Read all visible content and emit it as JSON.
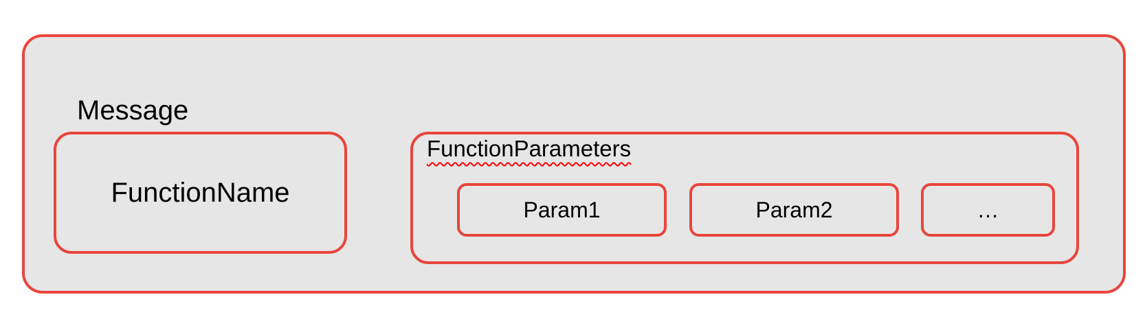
{
  "diagram": {
    "title": "Message",
    "style": {
      "fill": "#e6e6e6",
      "stroke": "#e8453c",
      "text": "#000000",
      "spellcheck_underline": "#ff0000",
      "page_background": "#ffffff"
    },
    "message_box": {
      "label": "Message"
    },
    "function_name_box": {
      "label": "FunctionName"
    },
    "function_parameters_box": {
      "label": "FunctionParameters",
      "params": [
        {
          "label": "Param1"
        },
        {
          "label": "Param2"
        },
        {
          "label": "…"
        }
      ]
    }
  }
}
